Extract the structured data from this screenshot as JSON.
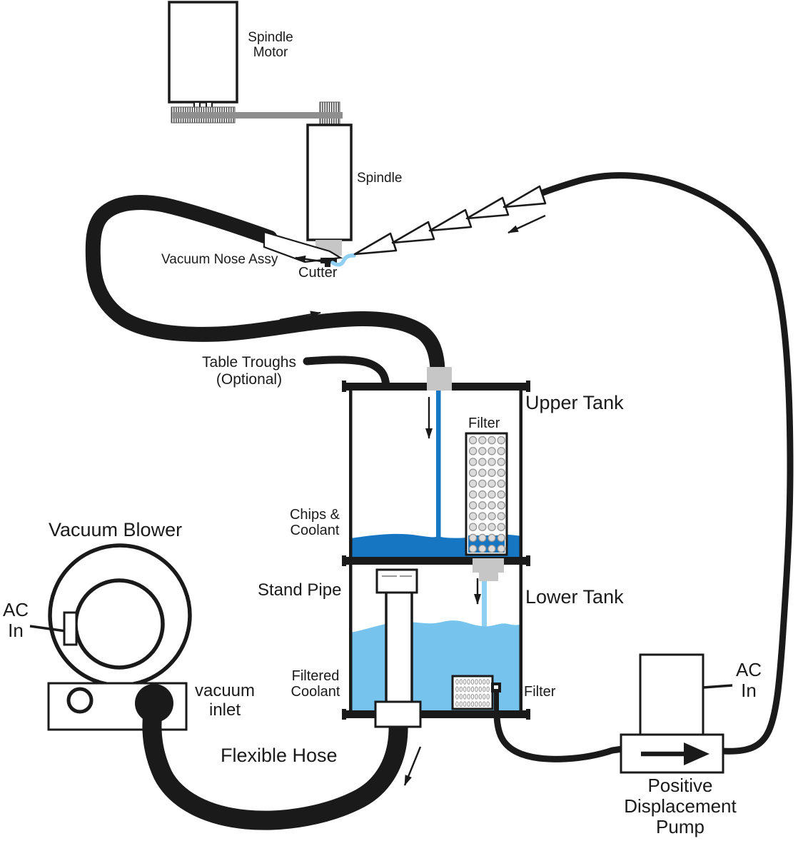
{
  "colors": {
    "ink": "#1a1a1a",
    "coolant_dark": "#1776c2",
    "coolant_light": "#76c4ee",
    "stream_light": "#8ecff2",
    "metal_gray": "#c6c6c6",
    "belt_gray": "#8e8e8e",
    "filter_hole": "#dcdcdc"
  },
  "labels": {
    "spindle_motor": "Spindle\nMotor",
    "spindle": "Spindle",
    "vacuum_nose_assy": "Vacuum Nose Assy",
    "cutter": "Cutter",
    "table_troughs": "Table Troughs\n(Optional)",
    "upper_tank": "Upper Tank",
    "filter_upper": "Filter",
    "chips_coolant": "Chips &\nCoolant",
    "stand_pipe": "Stand Pipe",
    "lower_tank": "Lower Tank",
    "filtered_coolant": "Filtered\nCoolant",
    "filter_lower": "Filter",
    "vacuum_blower": "Vacuum Blower",
    "ac_in_left": "AC\nIn",
    "vacuum_inlet": "vacuum\ninlet",
    "flexible_hose": "Flexible Hose",
    "ac_in_right": "AC\nIn",
    "positive_displacement_pump": "Positive\nDisplacement\nPump"
  }
}
